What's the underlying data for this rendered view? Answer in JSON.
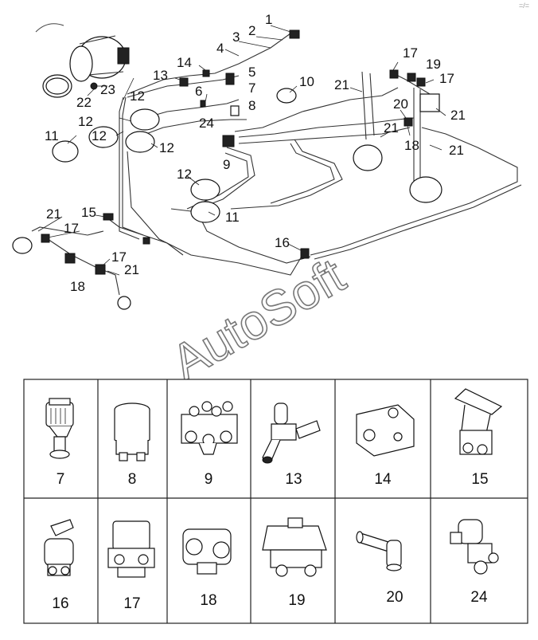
{
  "corner_mark": "=/=",
  "watermark": "AutoSoft",
  "callouts": {
    "c1": "1",
    "c2": "2",
    "c3": "3",
    "c4": "4",
    "c5": "5",
    "c6": "6",
    "c7": "7",
    "c8": "8",
    "c9": "9",
    "c10": "10",
    "c11a": "11",
    "c11b": "11",
    "c12a": "12",
    "c12b": "12",
    "c12c": "12",
    "c12d": "12",
    "c12e": "12",
    "c13": "13",
    "c14": "14",
    "c15": "15",
    "c16": "16",
    "c17a": "17",
    "c17b": "17",
    "c17c": "17",
    "c17d": "17",
    "c18a": "18",
    "c18b": "18",
    "c19": "19",
    "c20": "20",
    "c21a": "21",
    "c21b": "21",
    "c21c": "21",
    "c21d": "21",
    "c21e": "21",
    "c21f": "21",
    "c22": "22",
    "c23": "23",
    "c24": "24"
  },
  "parts_table": [
    {
      "label": "7",
      "icon": "air-dryer-valve-icon"
    },
    {
      "label": "8",
      "icon": "air-dryer-canister-icon"
    },
    {
      "label": "9",
      "icon": "four-circuit-protection-valve-icon"
    },
    {
      "label": "13",
      "icon": "pressure-regulator-icon"
    },
    {
      "label": "14",
      "icon": "valve-block-icon"
    },
    {
      "label": "15",
      "icon": "brake-pedal-valve-icon"
    },
    {
      "label": "16",
      "icon": "hand-brake-valve-icon"
    },
    {
      "label": "17",
      "icon": "relay-valve-icon"
    },
    {
      "label": "18",
      "icon": "quick-release-valve-icon"
    },
    {
      "label": "19",
      "icon": "relay-valve-19-icon"
    },
    {
      "label": "20",
      "icon": "tee-fitting-icon"
    },
    {
      "label": "24",
      "icon": "drain-valve-icon"
    }
  ]
}
